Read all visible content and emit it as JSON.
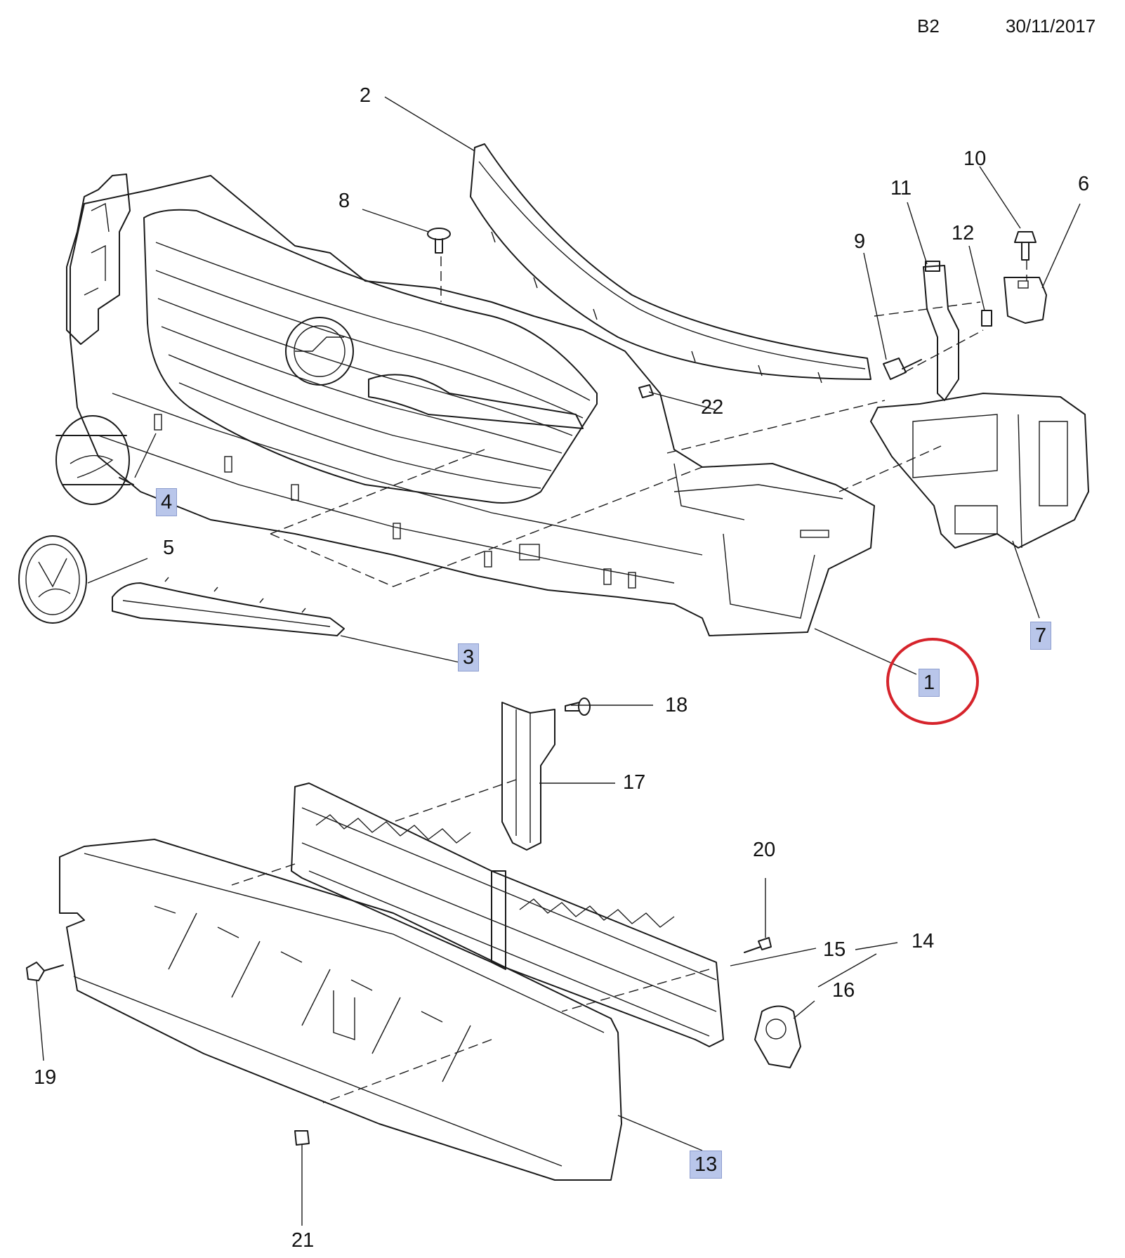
{
  "header": {
    "code": "B2",
    "date": "30/11/2017"
  },
  "highlight_color": "#b9c6ea",
  "circle_color": "#d6232b",
  "labels": [
    {
      "id": "1",
      "text": "1",
      "highlighted": true,
      "circled": true
    },
    {
      "id": "2",
      "text": "2",
      "highlighted": false
    },
    {
      "id": "3",
      "text": "3",
      "highlighted": true
    },
    {
      "id": "4",
      "text": "4",
      "highlighted": true
    },
    {
      "id": "5",
      "text": "5",
      "highlighted": false
    },
    {
      "id": "6",
      "text": "6",
      "highlighted": false
    },
    {
      "id": "7",
      "text": "7",
      "highlighted": true
    },
    {
      "id": "8",
      "text": "8",
      "highlighted": false
    },
    {
      "id": "9",
      "text": "9",
      "highlighted": false
    },
    {
      "id": "10",
      "text": "10",
      "highlighted": false
    },
    {
      "id": "11",
      "text": "11",
      "highlighted": false
    },
    {
      "id": "12",
      "text": "12",
      "highlighted": false
    },
    {
      "id": "13",
      "text": "13",
      "highlighted": true
    },
    {
      "id": "14",
      "text": "14",
      "highlighted": false
    },
    {
      "id": "15",
      "text": "15",
      "highlighted": false
    },
    {
      "id": "16",
      "text": "16",
      "highlighted": false
    },
    {
      "id": "17",
      "text": "17",
      "highlighted": false
    },
    {
      "id": "18",
      "text": "18",
      "highlighted": false
    },
    {
      "id": "19",
      "text": "19",
      "highlighted": false
    },
    {
      "id": "20",
      "text": "20",
      "highlighted": false
    },
    {
      "id": "21",
      "text": "21",
      "highlighted": false
    },
    {
      "id": "22",
      "text": "22",
      "highlighted": false
    }
  ]
}
